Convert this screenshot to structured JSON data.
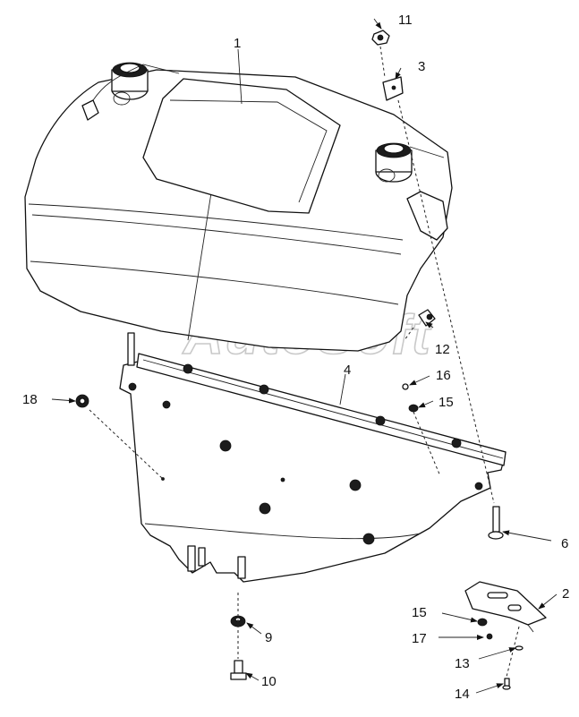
{
  "watermark": "AutoSoft",
  "callouts": {
    "c1": "1",
    "c2": "2",
    "c3": "3",
    "c4": "4",
    "c6": "6",
    "c9": "9",
    "c10": "10",
    "c11": "11",
    "c12": "12",
    "c13": "13",
    "c14": "14",
    "c15a": "15",
    "c15b": "15",
    "c16": "16",
    "c17": "17",
    "c18": "18"
  }
}
